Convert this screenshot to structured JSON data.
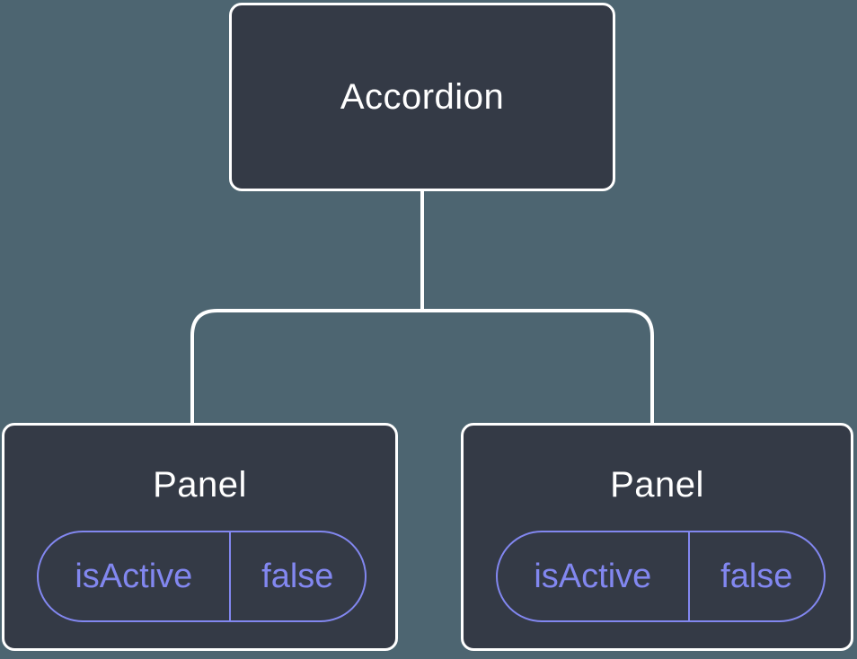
{
  "diagram": {
    "type": "component-tree",
    "colors": {
      "background": "#4d6571",
      "node_fill": "#343a46",
      "node_border": "#ffffff",
      "accent": "#8287f0"
    },
    "root": {
      "label": "Accordion"
    },
    "children": [
      {
        "label": "Panel",
        "state": {
          "name": "isActive",
          "value": "false"
        }
      },
      {
        "label": "Panel",
        "state": {
          "name": "isActive",
          "value": "false"
        }
      }
    ]
  }
}
